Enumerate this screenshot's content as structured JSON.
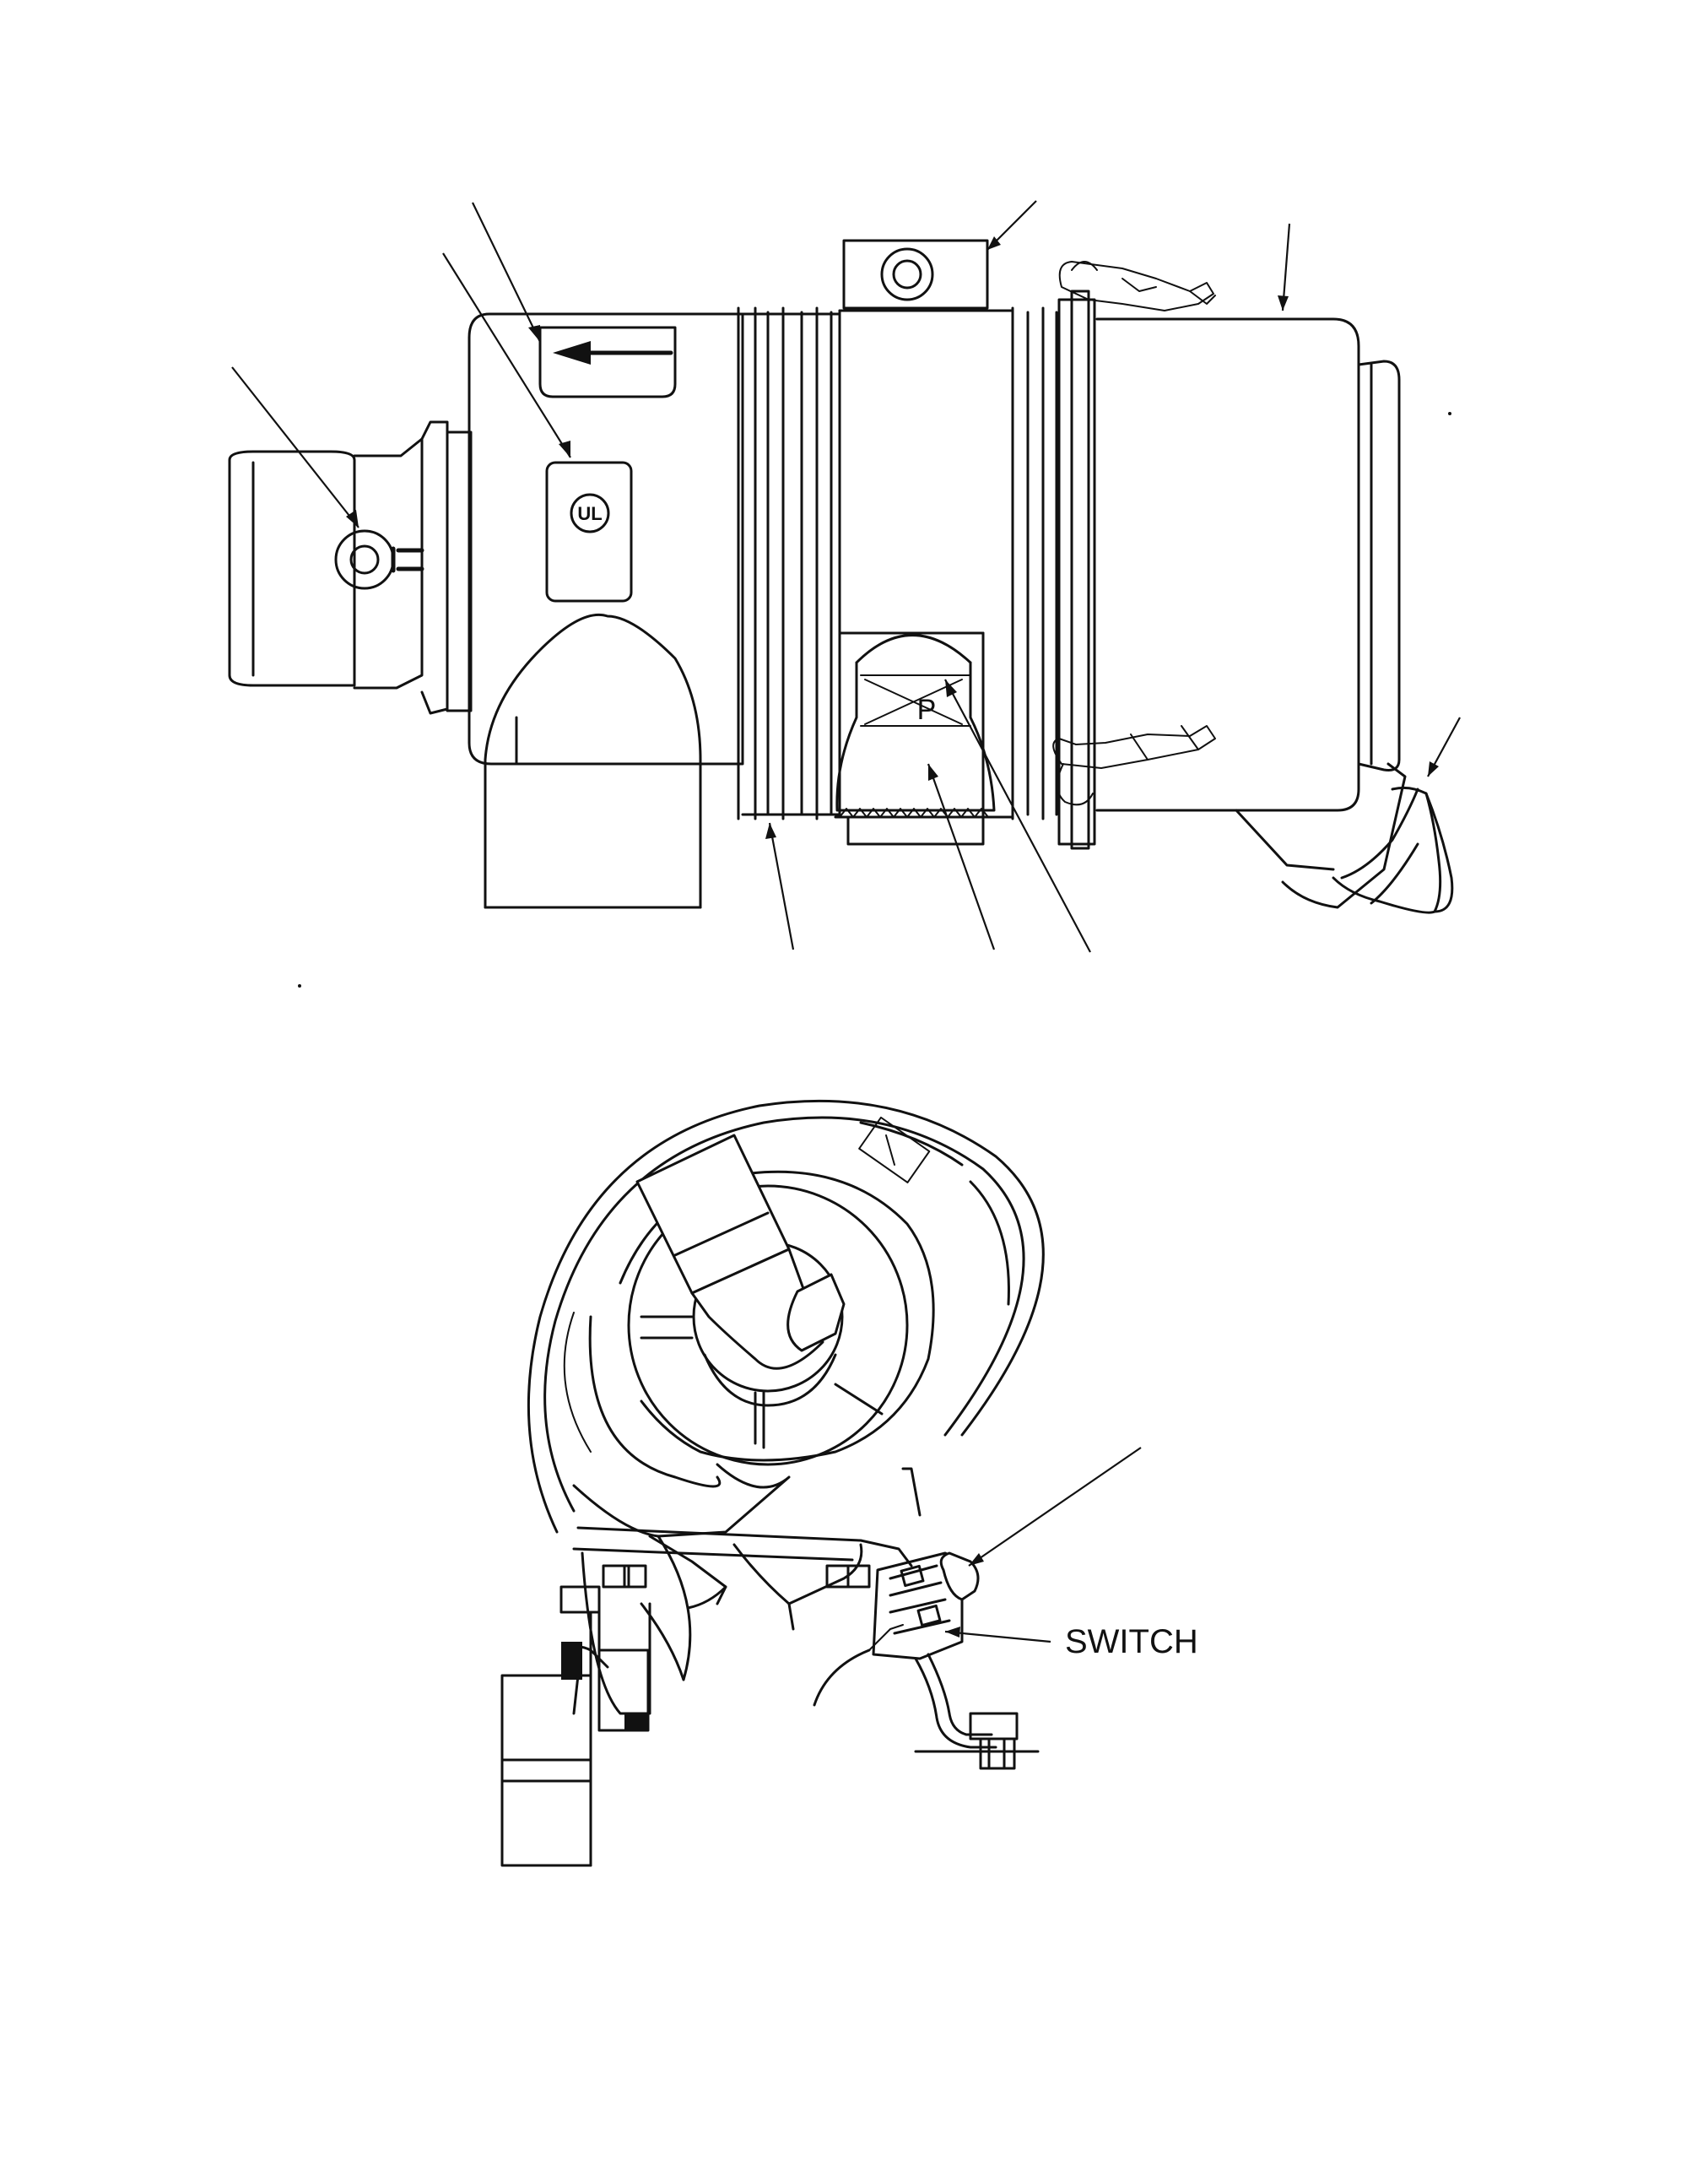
{
  "diagram": {
    "labels": {
      "switch": "SWITCH",
      "ul_mark": "UL",
      "element_mark": "P"
    },
    "icons": [
      "flow-direction-arrow",
      "ul-listing-mark",
      "restriction-indicator",
      "vacuator-valve"
    ]
  }
}
